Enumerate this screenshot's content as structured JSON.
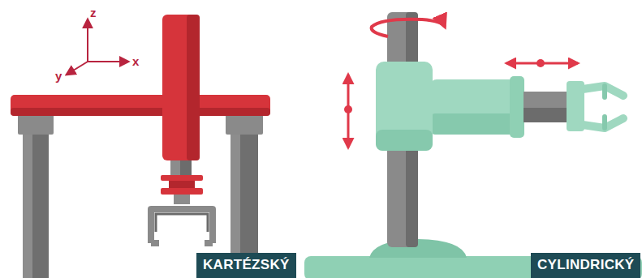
{
  "diagram": {
    "nodes": [
      {
        "text": [
          "KARTÉZSKÝ"
        ]
      },
      {
        "text": [
          "CYLINDRICKÝ"
        ]
      }
    ],
    "labels": [
      "z",
      "y",
      "x"
    ]
  }
}
